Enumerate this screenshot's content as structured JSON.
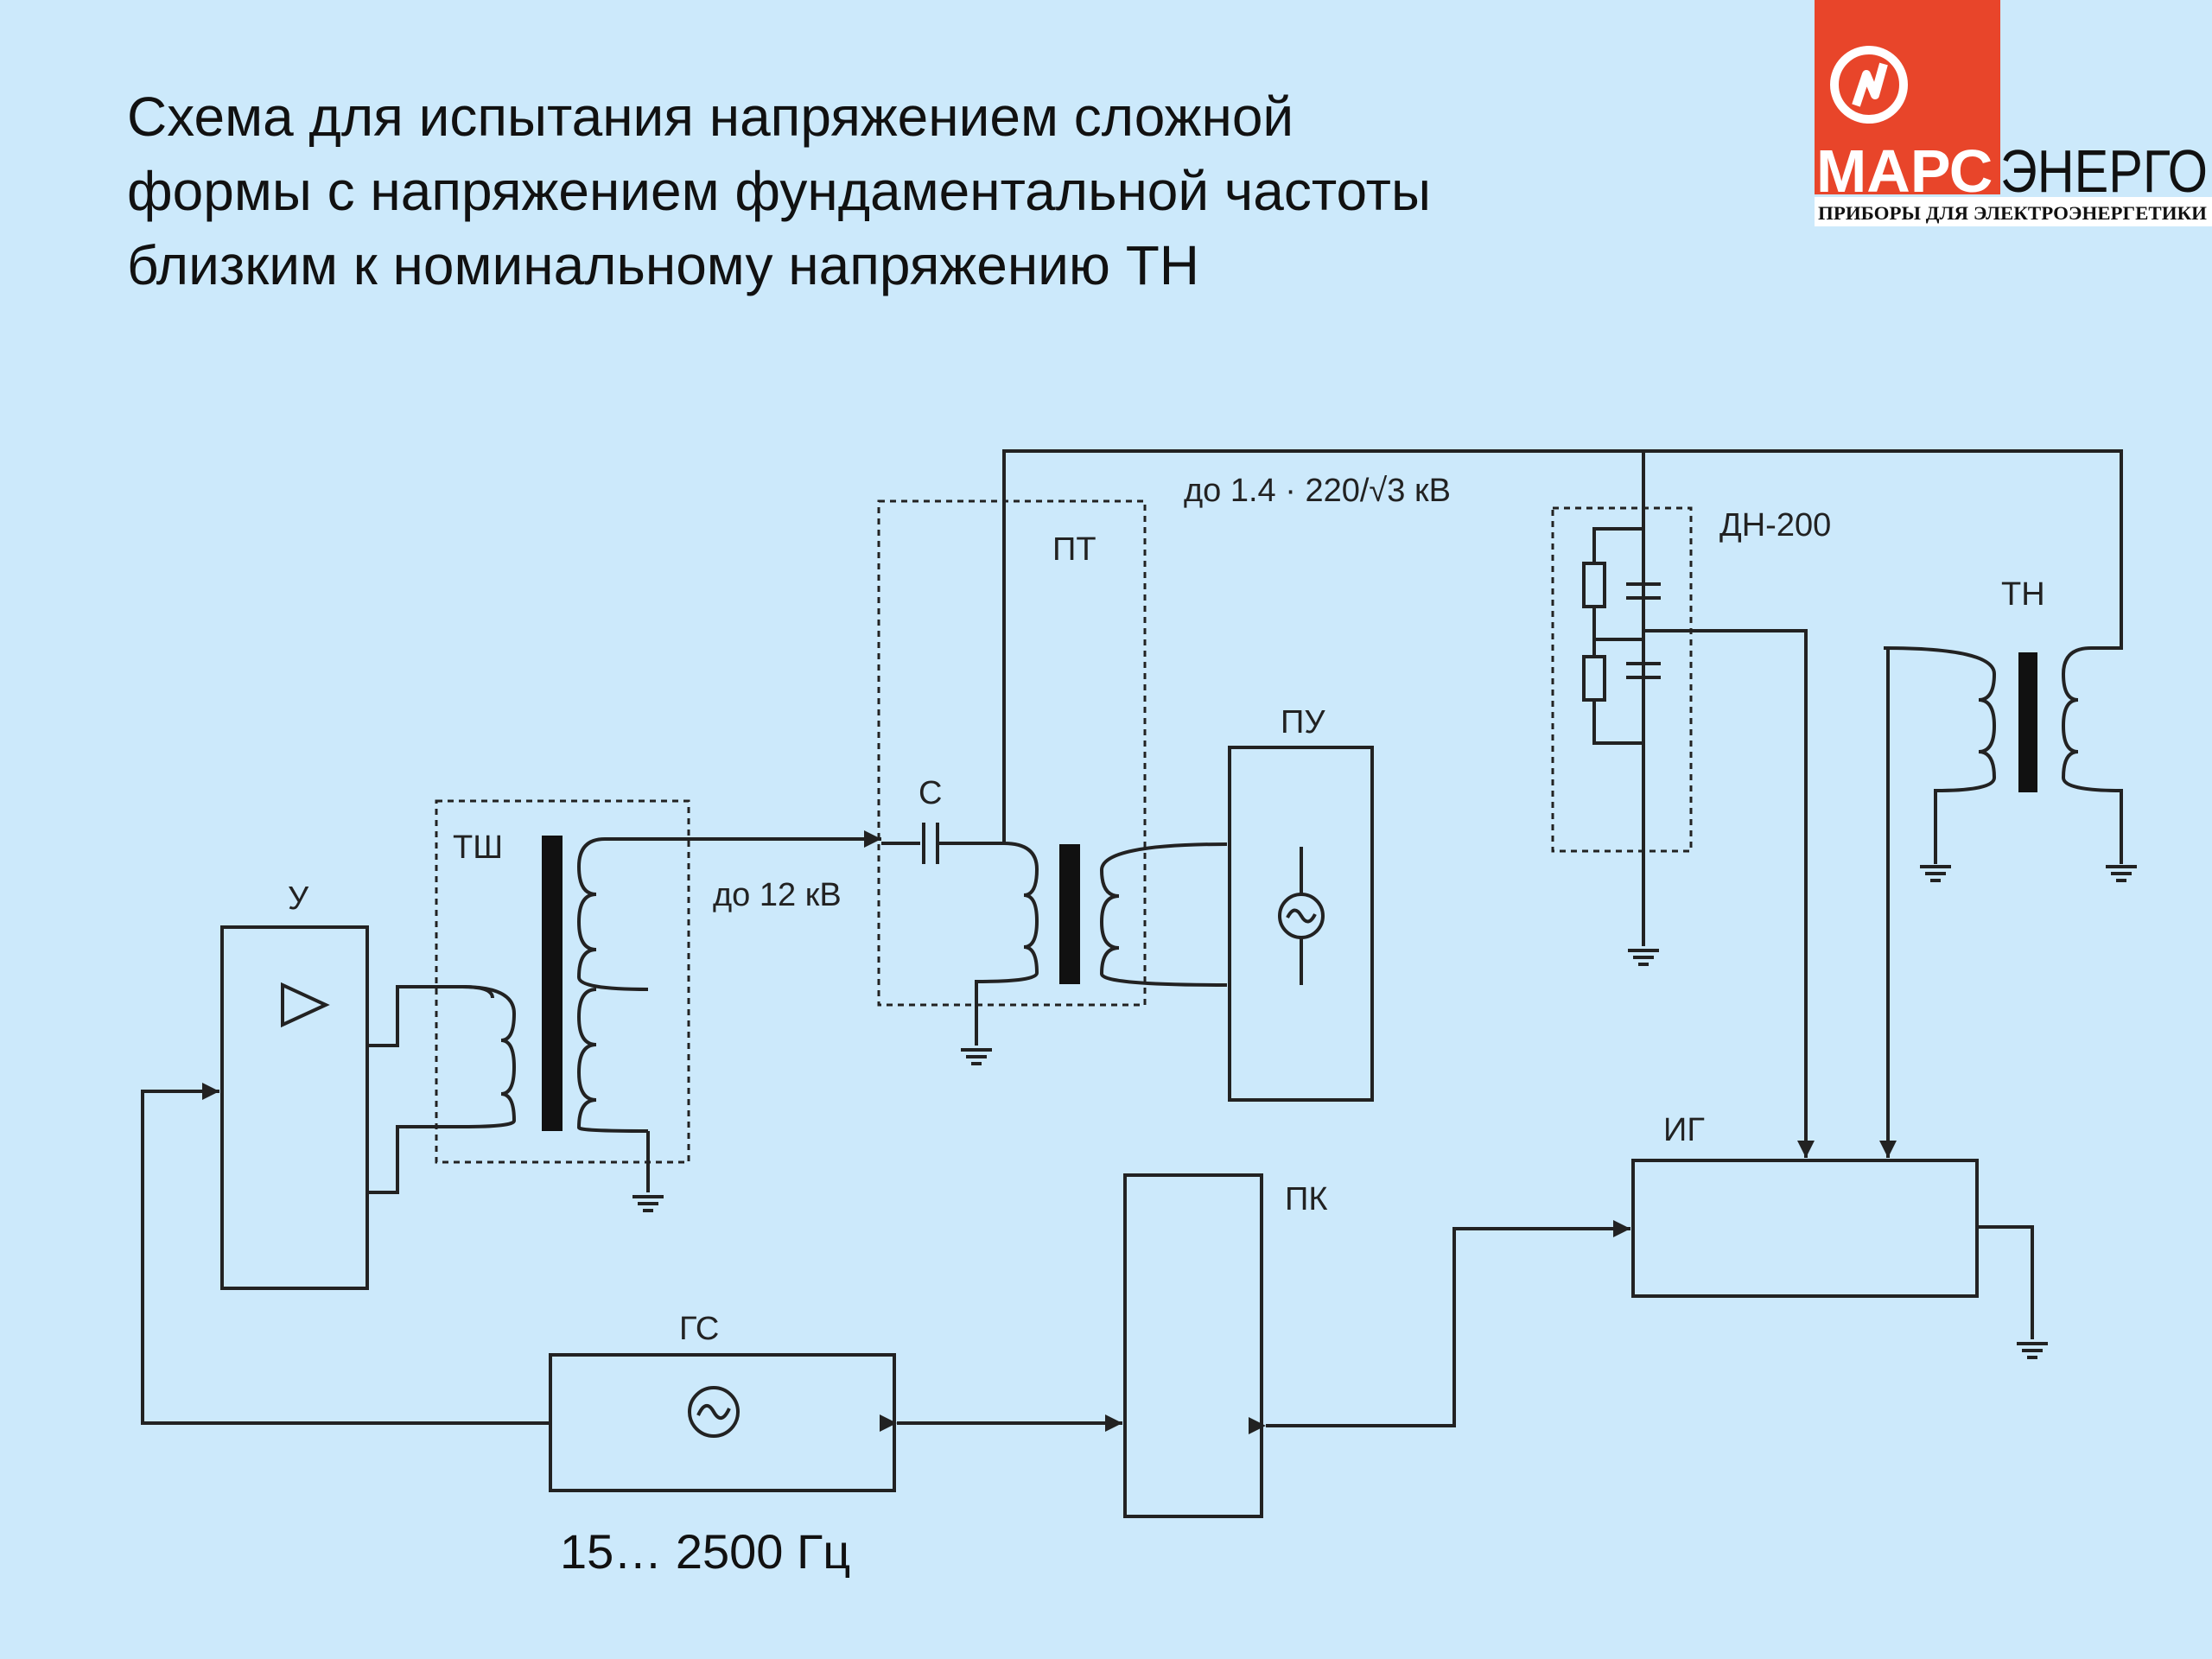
{
  "title": {
    "lines": [
      "Схема для испытания напряжением сложной",
      "формы с напряжением фундаментальной частоты",
      "близким к номинальному напряжению ТН"
    ]
  },
  "logo": {
    "brand_left": "МАРС",
    "brand_right": "ЭНЕРГО",
    "tagline": "ПРИБОРЫ ДЛЯ ЭЛЕКТРОЭНЕРГЕТИКИ",
    "colors": {
      "red": "#e8452a",
      "text": "#111111"
    }
  },
  "diagram": {
    "labels": {
      "amplifier": "У",
      "tsh": "ТШ",
      "voltage_12kv": "до 12 кВ",
      "capacitor": "С",
      "pt": "ПТ",
      "pu": "ПУ",
      "hv_voltage": "до 1.4 · 220/√3 кВ",
      "dn200": "ДН-200",
      "tn": "ТН",
      "ig": "ИГ",
      "pk": "ПК",
      "gs": "ГС"
    },
    "frequency_range": "15… 2500 Гц",
    "colors": {
      "background": "#cce9fb",
      "line": "#222222"
    }
  }
}
